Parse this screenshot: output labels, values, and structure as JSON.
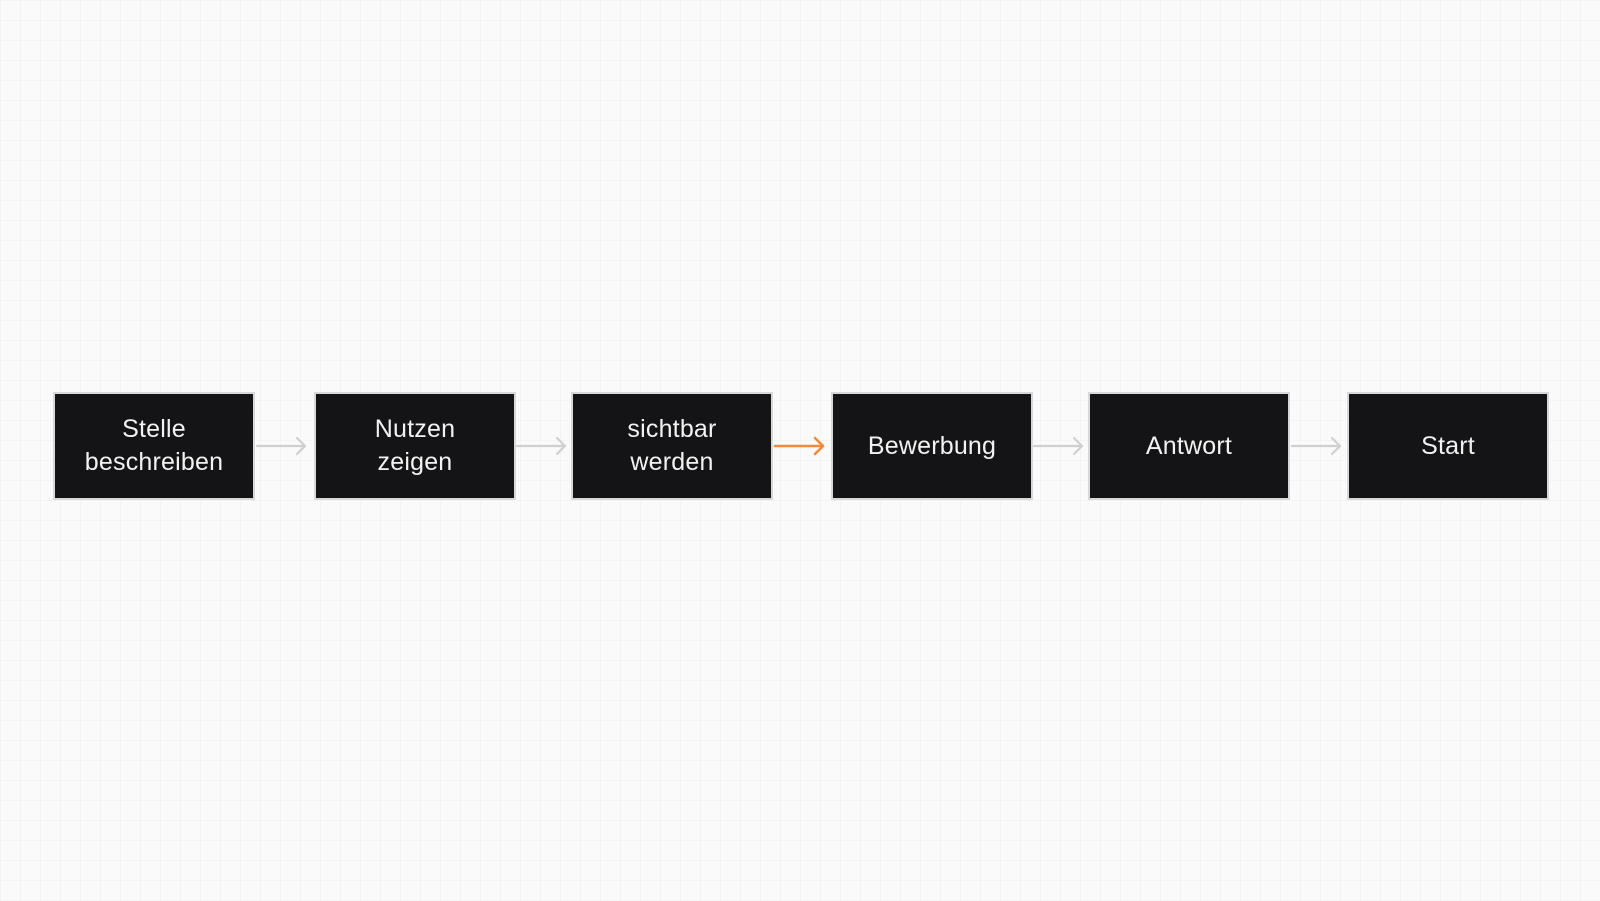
{
  "diagram": {
    "steps": [
      {
        "label": "Stelle\nbeschreiben"
      },
      {
        "label": "Nutzen\nzeigen"
      },
      {
        "label": "sichtbar\nwerden"
      },
      {
        "label": "Bewerbung"
      },
      {
        "label": "Antwort"
      },
      {
        "label": "Start"
      }
    ],
    "colors": {
      "box_fill": "#141416",
      "box_border": "#d8d8d8",
      "label_text": "#f2f2f2",
      "connector": "#cfcfcf",
      "connector_highlight": "#f08a3c"
    },
    "highlighted_connector_index": 2
  }
}
